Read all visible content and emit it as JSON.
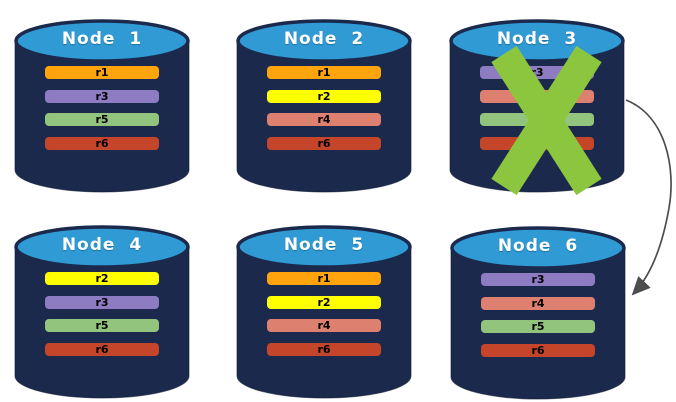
{
  "diagram": {
    "description": "Six database node cylinders holding replica bars; Node 3 is crossed out and an arrow curves from Node 3 to Node 6",
    "background": "#FFFFFF",
    "cylinder": {
      "body_color": "#1B2A4C",
      "top_color": "#2F9AD3",
      "title_color": "#FFFFFF"
    },
    "nodes": [
      {
        "label": "Node 1",
        "failed": false,
        "replicas": [
          {
            "label": "r1",
            "color": "#FFA40D"
          },
          {
            "label": "r3",
            "color": "#8E7CC3"
          },
          {
            "label": "r5",
            "color": "#93C47D"
          },
          {
            "label": "r6",
            "color": "#C5452A"
          }
        ]
      },
      {
        "label": "Node 2",
        "failed": false,
        "replicas": [
          {
            "label": "r1",
            "color": "#FFA40D"
          },
          {
            "label": "r2",
            "color": "#FFFF00"
          },
          {
            "label": "r4",
            "color": "#DD8070"
          },
          {
            "label": "r6",
            "color": "#C5452A"
          }
        ]
      },
      {
        "label": "Node 3",
        "failed": true,
        "replicas": [
          {
            "label": "r3",
            "color": "#8E7CC3"
          },
          {
            "label": "r4",
            "color": "#DD8070"
          },
          {
            "label": "r5",
            "color": "#93C47D"
          },
          {
            "label": "r6",
            "color": "#C5452A"
          }
        ]
      },
      {
        "label": "Node 4",
        "failed": false,
        "replicas": [
          {
            "label": "r2",
            "color": "#FFFF00"
          },
          {
            "label": "r3",
            "color": "#8E7CC3"
          },
          {
            "label": "r5",
            "color": "#93C47D"
          },
          {
            "label": "r6",
            "color": "#C5452A"
          }
        ]
      },
      {
        "label": "Node 5",
        "failed": false,
        "replicas": [
          {
            "label": "r1",
            "color": "#FFA40D"
          },
          {
            "label": "r2",
            "color": "#FFFF00"
          },
          {
            "label": "r4",
            "color": "#DD8070"
          },
          {
            "label": "r6",
            "color": "#C5452A"
          }
        ]
      },
      {
        "label": "Node 6",
        "failed": false,
        "replicas": [
          {
            "label": "r3",
            "color": "#8E7CC3"
          },
          {
            "label": "r4",
            "color": "#DD8070"
          },
          {
            "label": "r5",
            "color": "#93C47D"
          },
          {
            "label": "r6",
            "color": "#C5452A"
          }
        ]
      }
    ],
    "failure_marker": {
      "shape": "x-cross",
      "color": "#8CC63E",
      "on_node": "Node 3"
    },
    "arrow": {
      "from": "Node 3",
      "to": "Node 6",
      "color": "#4D4D4D"
    }
  }
}
